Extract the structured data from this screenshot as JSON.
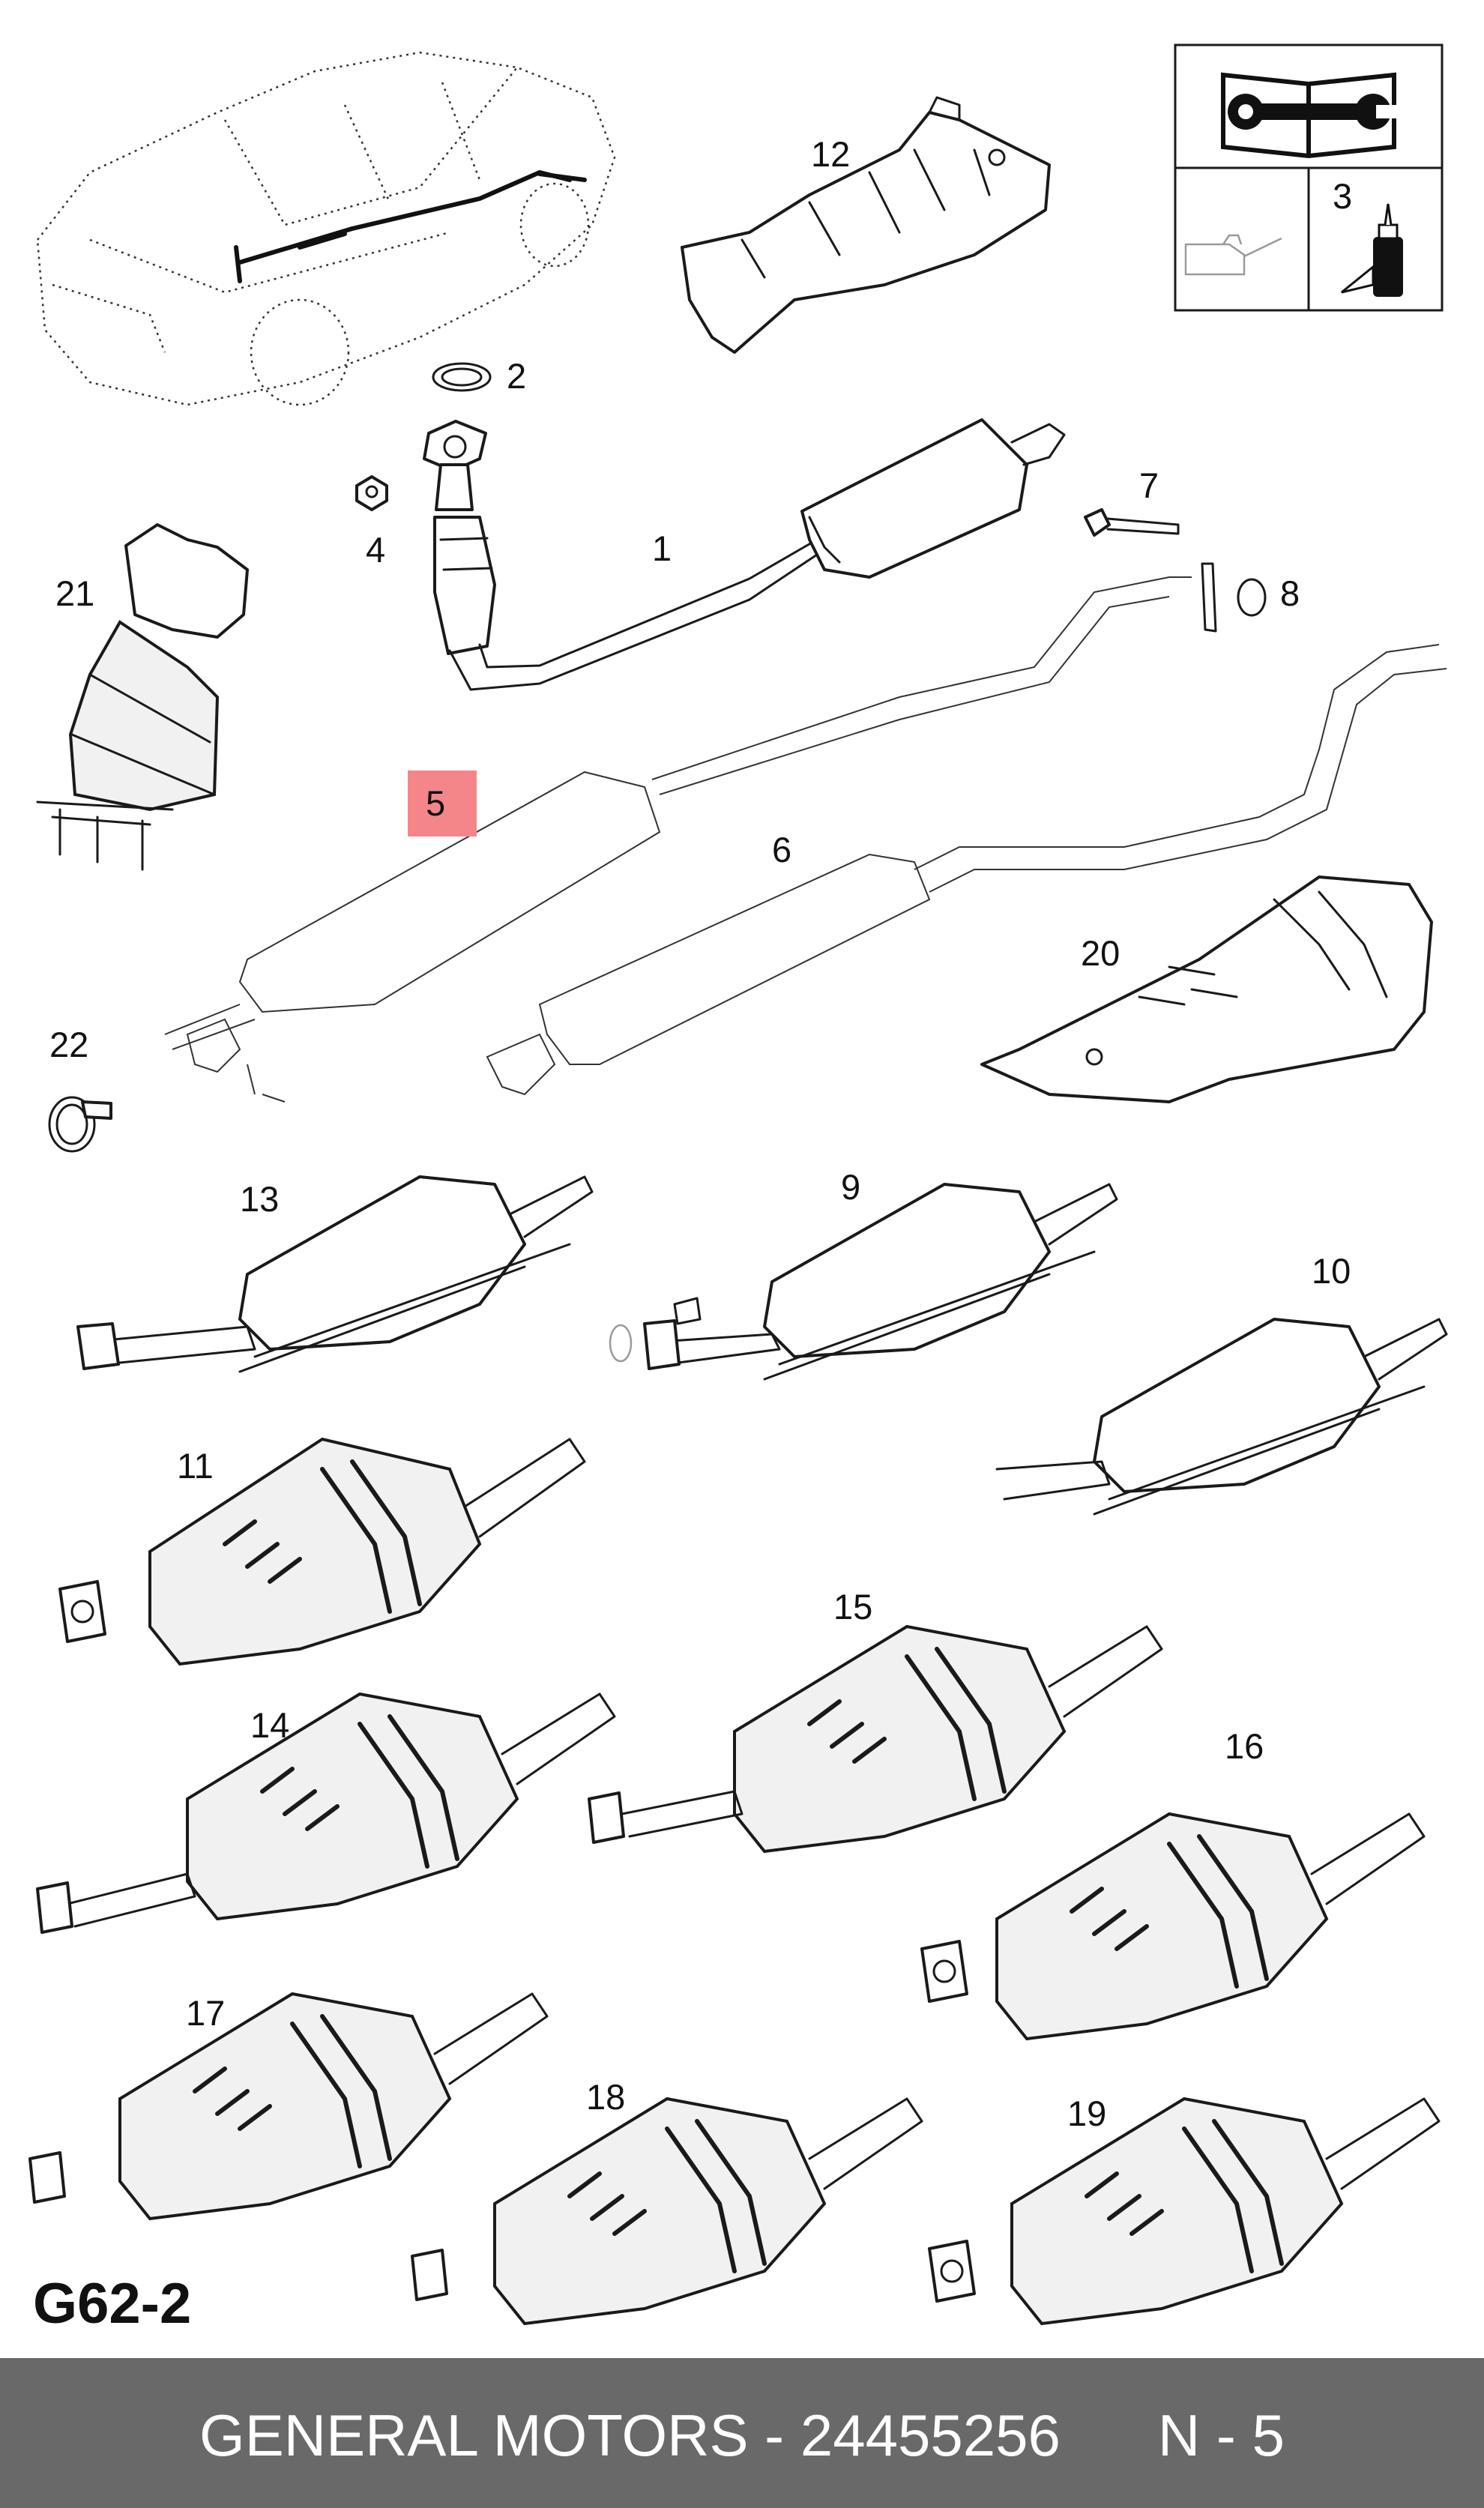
{
  "sheet_id": "G62-2",
  "footer": {
    "brand": "GENERAL MOTORS",
    "separator": " - ",
    "part_number": "24455256",
    "page_label": "N - 5"
  },
  "highlight_color": "#f4868a",
  "footer_color": "#696969",
  "legend_box": {
    "icons": [
      "repair-manual-wrench-icon",
      "sealant-tube-icon",
      "oil-can-icon"
    ],
    "reference": "3"
  },
  "callouts": [
    "1",
    "2",
    "4",
    "5",
    "6",
    "7",
    "8",
    "9",
    "10",
    "11",
    "12",
    "13",
    "14",
    "15",
    "16",
    "17",
    "18",
    "19",
    "20",
    "21",
    "22"
  ],
  "highlighted_callout": "5"
}
